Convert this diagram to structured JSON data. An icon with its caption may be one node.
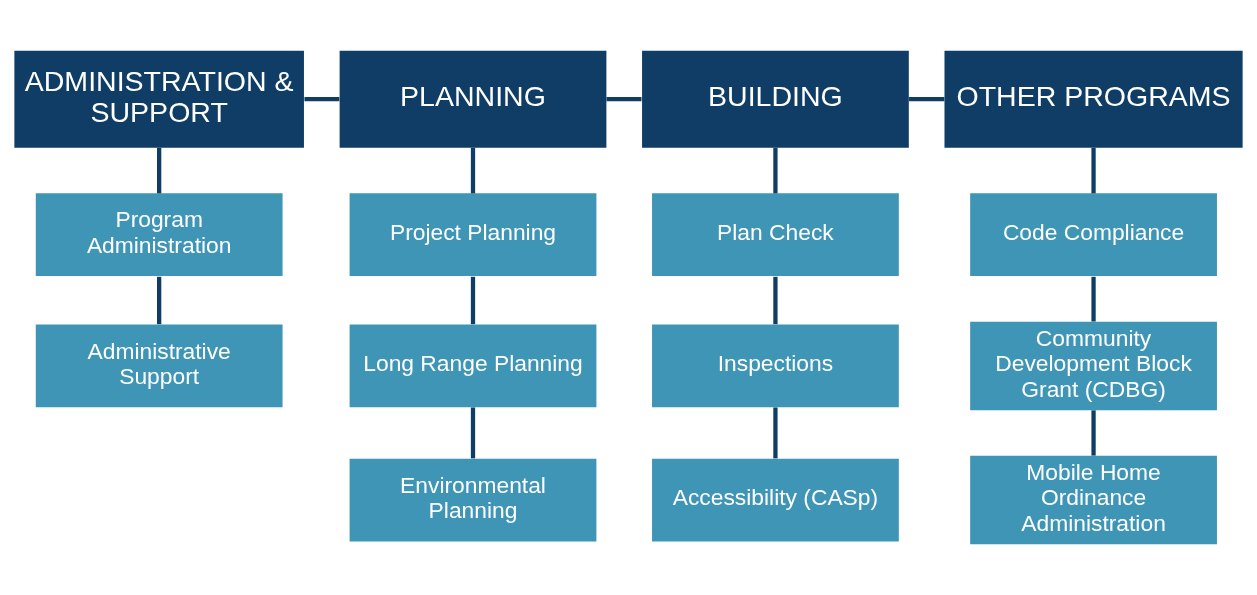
{
  "diagram": {
    "nodes": [
      {
        "text": [
          "ADMINISTRATION & SUPPORT"
        ]
      },
      {
        "text": [
          "PLANNING"
        ]
      },
      {
        "text": [
          "BUILDING"
        ]
      },
      {
        "text": [
          "OTHER PROGRAMS"
        ]
      },
      {
        "text": [
          "Program Administration"
        ]
      },
      {
        "text": [
          "Administrative Support"
        ]
      },
      {
        "text": [
          "Project Planning"
        ]
      },
      {
        "text": [
          "Long Range Planning"
        ]
      },
      {
        "text": [
          "Environmental Planning"
        ]
      },
      {
        "text": [
          "Plan Check"
        ]
      },
      {
        "text": [
          "Inspections"
        ]
      },
      {
        "text": [
          "Accessibility (CASp)"
        ]
      },
      {
        "text": [
          "Code Compliance"
        ]
      },
      {
        "text": [
          "Community Development Block Grant (CDBG)"
        ]
      },
      {
        "text": [
          "Mobile Home Ordinance Administration"
        ]
      }
    ],
    "edges": [
      {
        "from": 0,
        "to": 1,
        "arrow": "none"
      },
      {
        "from": 1,
        "to": 2,
        "arrow": "none"
      },
      {
        "from": 2,
        "to": 3,
        "arrow": "none"
      },
      {
        "from": 0,
        "to": 4,
        "arrow": "none"
      },
      {
        "from": 4,
        "to": 5,
        "arrow": "none"
      },
      {
        "from": 1,
        "to": 6,
        "arrow": "none"
      },
      {
        "from": 6,
        "to": 7,
        "arrow": "none"
      },
      {
        "from": 7,
        "to": 8,
        "arrow": "none"
      },
      {
        "from": 2,
        "to": 9,
        "arrow": "none"
      },
      {
        "from": 9,
        "to": 10,
        "arrow": "none"
      },
      {
        "from": 10,
        "to": 11,
        "arrow": "none"
      },
      {
        "from": 3,
        "to": 12,
        "arrow": "none"
      },
      {
        "from": 12,
        "to": 13,
        "arrow": "none"
      },
      {
        "from": 13,
        "to": 14,
        "arrow": "none"
      }
    ]
  }
}
